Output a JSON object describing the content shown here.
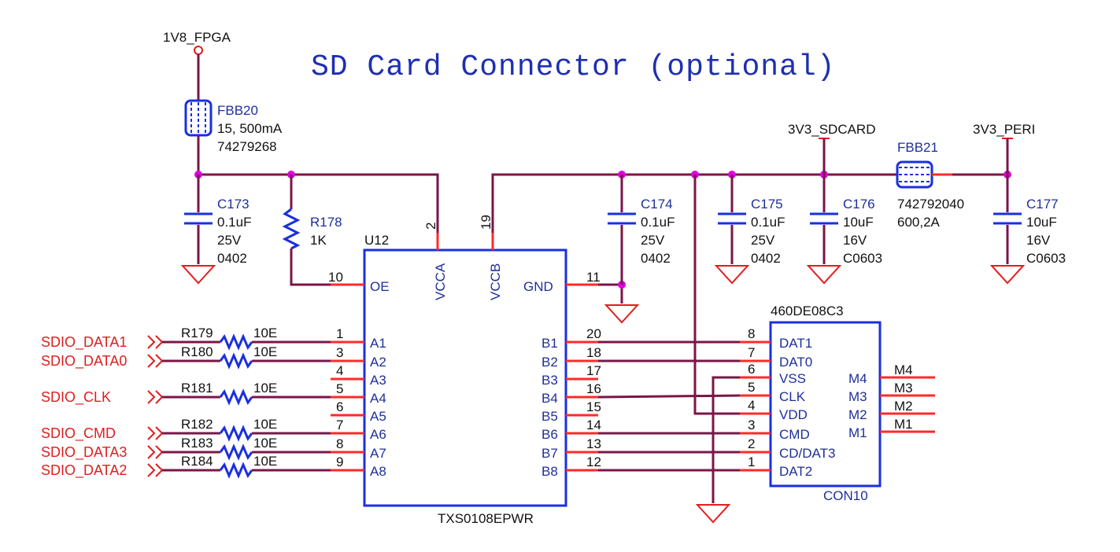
{
  "title": "SD Card Connector (optional)",
  "nets": {
    "v18": "1V8_FPGA",
    "sdcard": "3V3_SDCARD",
    "peri": "3V3_PERI"
  },
  "ferrites": {
    "fbb20": {
      "ref": "FBB20",
      "val1": "15, 500mA",
      "val2": "74279268"
    },
    "fbb21": {
      "ref": "FBB21",
      "val1": "742792040",
      "val2": "600,2A"
    }
  },
  "caps": {
    "c173": {
      "ref": "C173",
      "val": "0.1uF",
      "volt": "25V",
      "pkg": "0402"
    },
    "c174": {
      "ref": "C174",
      "val": "0.1uF",
      "volt": "25V",
      "pkg": "0402"
    },
    "c175": {
      "ref": "C175",
      "val": "0.1uF",
      "volt": "25V",
      "pkg": "0402"
    },
    "c176": {
      "ref": "C176",
      "val": "10uF",
      "volt": "16V",
      "pkg": "C0603"
    },
    "c177": {
      "ref": "C177",
      "val": "10uF",
      "volt": "16V",
      "pkg": "C0603"
    }
  },
  "r178": {
    "ref": "R178",
    "val": "1K"
  },
  "u12": {
    "ref": "U12",
    "part": "TXS0108EPWR",
    "pins": {
      "oe": "OE",
      "vcca": "VCCA",
      "vccb": "VCCB",
      "gnd": "GND",
      "a": [
        "A1",
        "A2",
        "A3",
        "A4",
        "A5",
        "A6",
        "A7",
        "A8"
      ],
      "b": [
        "B1",
        "B2",
        "B3",
        "B4",
        "B5",
        "B6",
        "B7",
        "B8"
      ]
    },
    "pinnums": {
      "oe": "10",
      "vcca": "2",
      "vccb": "19",
      "gnd": "11",
      "a": [
        "1",
        "3",
        "4",
        "5",
        "6",
        "7",
        "8",
        "9"
      ],
      "b": [
        "20",
        "18",
        "17",
        "16",
        "15",
        "14",
        "13",
        "12"
      ]
    }
  },
  "con10": {
    "ref": "CON10",
    "part": "460DE08C3",
    "pins": [
      "DAT1",
      "DAT0",
      "VSS",
      "CLK",
      "VDD",
      "CMD",
      "CD/DAT3",
      "DAT2"
    ],
    "pinnums": [
      "8",
      "7",
      "6",
      "5",
      "4",
      "3",
      "2",
      "1"
    ],
    "mpins": [
      "M4",
      "M3",
      "M2",
      "M1"
    ],
    "mnets": [
      "M4",
      "M3",
      "M2",
      "M1"
    ]
  },
  "resistors": [
    {
      "ref": "R179",
      "val": "10E",
      "net": "SDIO_DATA1"
    },
    {
      "ref": "R180",
      "val": "10E",
      "net": "SDIO_DATA0"
    },
    {
      "ref": "R181",
      "val": "10E",
      "net": "SDIO_CLK"
    },
    {
      "ref": "R182",
      "val": "10E",
      "net": "SDIO_CMD"
    },
    {
      "ref": "R183",
      "val": "10E",
      "net": "SDIO_DATA3"
    },
    {
      "ref": "R184",
      "val": "10E",
      "net": "SDIO_DATA2"
    }
  ],
  "colors": {
    "wire": "#7a1648",
    "pin": "#ff2a2a",
    "component": "#1a2fe0",
    "junction": "#e000e0",
    "net_label": "#e01e1e"
  }
}
